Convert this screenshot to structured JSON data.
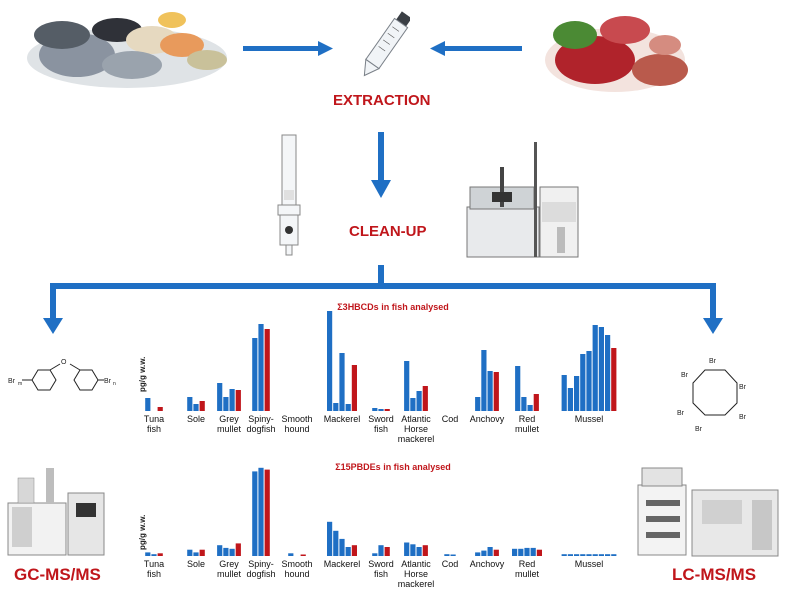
{
  "stages": {
    "extraction": "EXTRACTION",
    "cleanup": "CLEAN-UP",
    "gc_method": "GC-MS/MS",
    "lc_method": "LC-MS/MS"
  },
  "structures": {
    "pbde_left_sub": "Br",
    "pbde_left_idx": "m",
    "pbde_oxygen": "O",
    "pbde_right_sub": "Br",
    "pbde_right_idx": "n",
    "hbcd_atom": "Br"
  },
  "chart_data": [
    {
      "type": "bar",
      "title": "Σ3HBCDs in fish analysed",
      "ylabel": "pg/g w.w.",
      "categories": [
        "Tuna\nfish",
        "Sole",
        "Grey\nmullet",
        "Spiny-\ndogfish",
        "Smooth\nhound",
        "Mackerel",
        "Sword\nfish",
        "Atlantic\nHorse\nmackerel",
        "Cod",
        "Anchovy",
        "Red\nmullet",
        "Mussel"
      ],
      "bars": [
        {
          "category": "Tuna\nfish",
          "values": [
            0.13,
            0,
            0.04
          ],
          "colors": [
            "blue",
            "blue",
            "red"
          ]
        },
        {
          "category": "Sole",
          "values": [
            0.14,
            0.07,
            0.1
          ],
          "colors": [
            "blue",
            "blue",
            "red"
          ]
        },
        {
          "category": "Grey\nmullet",
          "values": [
            0.28,
            0.14,
            0.22,
            0.21
          ],
          "colors": [
            "blue",
            "blue",
            "blue",
            "red"
          ]
        },
        {
          "category": "Spiny-\ndogfish",
          "values": [
            0.73,
            0.87,
            0.82
          ],
          "colors": [
            "blue",
            "blue",
            "red"
          ]
        },
        {
          "category": "Smooth\nhound",
          "values": [],
          "colors": []
        },
        {
          "category": "Mackerel",
          "values": [
            1.0,
            0.08,
            0.58,
            0.07,
            0.46
          ],
          "colors": [
            "blue",
            "blue",
            "blue",
            "blue",
            "red"
          ]
        },
        {
          "category": "Sword\nfish",
          "values": [
            0.03,
            0.02,
            0.02
          ],
          "colors": [
            "blue",
            "blue",
            "red"
          ]
        },
        {
          "category": "Atlantic\nHorse\nmackerel",
          "values": [
            0.5,
            0.13,
            0.2,
            0.25
          ],
          "colors": [
            "blue",
            "blue",
            "blue",
            "red"
          ]
        },
        {
          "category": "Cod",
          "values": [],
          "colors": []
        },
        {
          "category": "Anchovy",
          "values": [
            0.14,
            0.61,
            0.4,
            0.39
          ],
          "colors": [
            "blue",
            "blue",
            "blue",
            "red"
          ]
        },
        {
          "category": "Red\nmullet",
          "values": [
            0.45,
            0.14,
            0.06,
            0.17
          ],
          "colors": [
            "blue",
            "blue",
            "blue",
            "red"
          ]
        },
        {
          "category": "Mussel",
          "values": [
            0.36,
            0.23,
            0.35,
            0.57,
            0.6,
            0.86,
            0.84,
            0.76,
            0.63
          ],
          "colors": [
            "blue",
            "blue",
            "blue",
            "blue",
            "blue",
            "blue",
            "blue",
            "blue",
            "red"
          ]
        }
      ]
    },
    {
      "type": "bar",
      "title": "Σ15PBDEs in fish analysed",
      "ylabel": "pg/g w.w.",
      "categories": [
        "Tuna\nfish",
        "Sole",
        "Grey\nmullet",
        "Spiny-\ndogfish",
        "Smooth\nhound",
        "Mackerel",
        "Sword\nfish",
        "Atlantic\nHorse\nmackerel",
        "Cod",
        "Anchovy",
        "Red\nmullet",
        "Mussel"
      ],
      "bars": [
        {
          "category": "Tuna\nfish",
          "values": [
            0.04,
            0.02,
            0.03
          ],
          "colors": [
            "blue",
            "blue",
            "red"
          ]
        },
        {
          "category": "Sole",
          "values": [
            0.07,
            0.04,
            0.07
          ],
          "colors": [
            "blue",
            "blue",
            "red"
          ]
        },
        {
          "category": "Grey\nmullet",
          "values": [
            0.12,
            0.09,
            0.08,
            0.14
          ],
          "colors": [
            "blue",
            "blue",
            "blue",
            "red"
          ]
        },
        {
          "category": "Spiny-\ndogfish",
          "values": [
            0.94,
            0.98,
            0.96
          ],
          "colors": [
            "blue",
            "blue",
            "red"
          ]
        },
        {
          "category": "Smooth\nhound",
          "values": [
            0.03,
            0,
            0.01
          ],
          "colors": [
            "blue",
            "blue",
            "red"
          ]
        },
        {
          "category": "Mackerel",
          "values": [
            0.38,
            0.28,
            0.19,
            0.1,
            0.12
          ],
          "colors": [
            "blue",
            "blue",
            "blue",
            "blue",
            "red"
          ]
        },
        {
          "category": "Sword\nfish",
          "values": [
            0.03,
            0.12,
            0.1
          ],
          "colors": [
            "blue",
            "blue",
            "red"
          ]
        },
        {
          "category": "Atlantic\nHorse\nmackerel",
          "values": [
            0.15,
            0.13,
            0.1,
            0.12
          ],
          "colors": [
            "blue",
            "blue",
            "blue",
            "red"
          ]
        },
        {
          "category": "Cod",
          "values": [
            0.02,
            0.01
          ],
          "colors": [
            "blue",
            "blue"
          ]
        },
        {
          "category": "Anchovy",
          "values": [
            0.04,
            0.06,
            0.1,
            0.07
          ],
          "colors": [
            "blue",
            "blue",
            "blue",
            "red"
          ]
        },
        {
          "category": "Red\nmullet",
          "values": [
            0.08,
            0.08,
            0.09,
            0.09,
            0.07
          ],
          "colors": [
            "blue",
            "blue",
            "blue",
            "blue",
            "red"
          ]
        },
        {
          "category": "Mussel",
          "values": [
            0.02,
            0.02,
            0.02,
            0.02,
            0.02,
            0.02,
            0.02,
            0.02,
            0.02
          ],
          "colors": [
            "blue",
            "blue",
            "blue",
            "blue",
            "blue",
            "blue",
            "blue",
            "blue",
            "blue"
          ]
        }
      ]
    }
  ],
  "colors": {
    "accent_red": "#c0161b",
    "bar_blue": "#1f6fc4",
    "bar_red": "#c0161b",
    "arrow_blue": "#1f6fc4"
  }
}
